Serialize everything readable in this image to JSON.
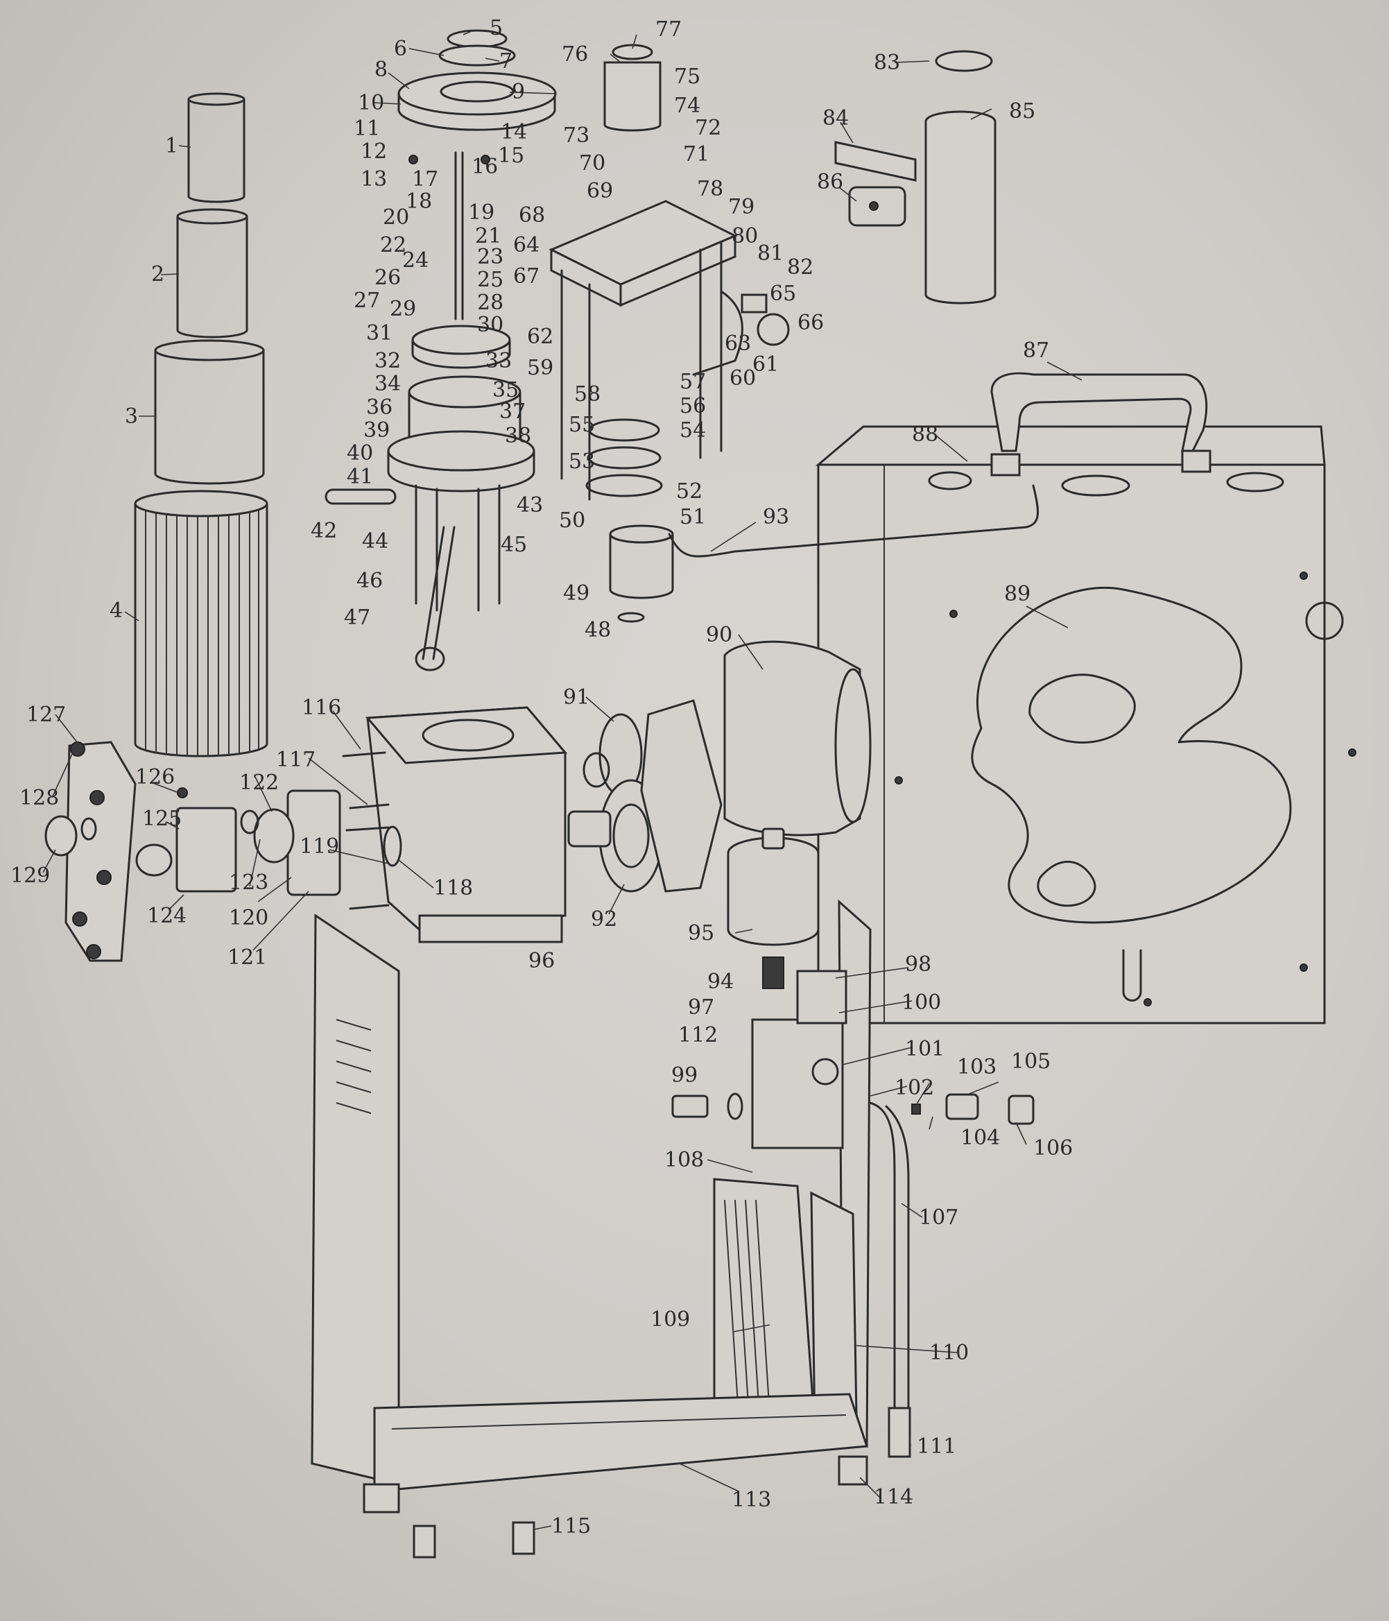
{
  "callouts": [
    {
      "id": "1",
      "text": "1"
    },
    {
      "id": "2",
      "text": "2"
    },
    {
      "id": "3",
      "text": "3"
    },
    {
      "id": "4",
      "text": "4"
    },
    {
      "id": "5",
      "text": "5"
    },
    {
      "id": "6",
      "text": "6"
    },
    {
      "id": "7",
      "text": "7"
    },
    {
      "id": "8",
      "text": "8"
    },
    {
      "id": "9",
      "text": "9"
    },
    {
      "id": "10",
      "text": "10"
    },
    {
      "id": "11",
      "text": "11"
    },
    {
      "id": "12",
      "text": "12"
    },
    {
      "id": "13",
      "text": "13"
    },
    {
      "id": "14",
      "text": "14"
    },
    {
      "id": "15",
      "text": "15"
    },
    {
      "id": "16",
      "text": "16"
    },
    {
      "id": "17",
      "text": "17"
    },
    {
      "id": "18",
      "text": "18"
    },
    {
      "id": "19",
      "text": "19"
    },
    {
      "id": "20",
      "text": "20"
    },
    {
      "id": "21",
      "text": "21"
    },
    {
      "id": "22",
      "text": "22"
    },
    {
      "id": "23",
      "text": "23"
    },
    {
      "id": "24",
      "text": "24"
    },
    {
      "id": "25",
      "text": "25"
    },
    {
      "id": "26",
      "text": "26"
    },
    {
      "id": "27",
      "text": "27"
    },
    {
      "id": "28",
      "text": "28"
    },
    {
      "id": "29",
      "text": "29"
    },
    {
      "id": "30",
      "text": "30"
    },
    {
      "id": "31",
      "text": "31"
    },
    {
      "id": "32",
      "text": "32"
    },
    {
      "id": "33",
      "text": "33"
    },
    {
      "id": "34",
      "text": "34"
    },
    {
      "id": "35",
      "text": "35"
    },
    {
      "id": "36",
      "text": "36"
    },
    {
      "id": "37",
      "text": "37"
    },
    {
      "id": "38",
      "text": "38"
    },
    {
      "id": "39",
      "text": "39"
    },
    {
      "id": "40",
      "text": "40"
    },
    {
      "id": "41",
      "text": "41"
    },
    {
      "id": "42",
      "text": "42"
    },
    {
      "id": "43",
      "text": "43"
    },
    {
      "id": "44",
      "text": "44"
    },
    {
      "id": "45",
      "text": "45"
    },
    {
      "id": "46",
      "text": "46"
    },
    {
      "id": "47",
      "text": "47"
    },
    {
      "id": "48",
      "text": "48"
    },
    {
      "id": "49",
      "text": "49"
    },
    {
      "id": "50",
      "text": "50"
    },
    {
      "id": "51",
      "text": "51"
    },
    {
      "id": "52",
      "text": "52"
    },
    {
      "id": "53",
      "text": "53"
    },
    {
      "id": "54",
      "text": "54"
    },
    {
      "id": "55",
      "text": "55"
    },
    {
      "id": "56",
      "text": "56"
    },
    {
      "id": "57",
      "text": "57"
    },
    {
      "id": "58",
      "text": "58"
    },
    {
      "id": "59",
      "text": "59"
    },
    {
      "id": "60",
      "text": "60"
    },
    {
      "id": "61",
      "text": "61"
    },
    {
      "id": "62",
      "text": "62"
    },
    {
      "id": "63",
      "text": "63"
    },
    {
      "id": "64",
      "text": "64"
    },
    {
      "id": "65",
      "text": "65"
    },
    {
      "id": "66",
      "text": "66"
    },
    {
      "id": "67",
      "text": "67"
    },
    {
      "id": "68",
      "text": "68"
    },
    {
      "id": "69",
      "text": "69"
    },
    {
      "id": "70",
      "text": "70"
    },
    {
      "id": "71",
      "text": "71"
    },
    {
      "id": "72",
      "text": "72"
    },
    {
      "id": "73",
      "text": "73"
    },
    {
      "id": "74",
      "text": "74"
    },
    {
      "id": "75",
      "text": "75"
    },
    {
      "id": "76",
      "text": "76"
    },
    {
      "id": "77",
      "text": "77"
    },
    {
      "id": "78",
      "text": "78"
    },
    {
      "id": "79",
      "text": "79"
    },
    {
      "id": "80",
      "text": "80"
    },
    {
      "id": "81",
      "text": "81"
    },
    {
      "id": "82",
      "text": "82"
    },
    {
      "id": "83",
      "text": "83"
    },
    {
      "id": "84",
      "text": "84"
    },
    {
      "id": "85",
      "text": "85"
    },
    {
      "id": "86",
      "text": "86"
    },
    {
      "id": "87",
      "text": "87"
    },
    {
      "id": "88",
      "text": "88"
    },
    {
      "id": "89",
      "text": "89"
    },
    {
      "id": "90",
      "text": "90"
    },
    {
      "id": "91",
      "text": "91"
    },
    {
      "id": "92",
      "text": "92"
    },
    {
      "id": "93",
      "text": "93"
    },
    {
      "id": "94",
      "text": "94"
    },
    {
      "id": "95",
      "text": "95"
    },
    {
      "id": "96",
      "text": "96"
    },
    {
      "id": "97",
      "text": "97"
    },
    {
      "id": "98",
      "text": "98"
    },
    {
      "id": "99",
      "text": "99"
    },
    {
      "id": "100",
      "text": "100"
    },
    {
      "id": "101",
      "text": "101"
    },
    {
      "id": "102",
      "text": "102"
    },
    {
      "id": "103",
      "text": "103"
    },
    {
      "id": "104",
      "text": "104"
    },
    {
      "id": "105",
      "text": "105"
    },
    {
      "id": "106",
      "text": "106"
    },
    {
      "id": "107",
      "text": "107"
    },
    {
      "id": "108",
      "text": "108"
    },
    {
      "id": "109",
      "text": "109"
    },
    {
      "id": "110",
      "text": "110"
    },
    {
      "id": "111",
      "text": "111"
    },
    {
      "id": "112",
      "text": "112"
    },
    {
      "id": "113",
      "text": "113"
    },
    {
      "id": "114",
      "text": "114"
    },
    {
      "id": "115",
      "text": "115"
    },
    {
      "id": "116",
      "text": "116"
    },
    {
      "id": "117",
      "text": "117"
    },
    {
      "id": "118",
      "text": "118"
    },
    {
      "id": "119",
      "text": "119"
    },
    {
      "id": "120",
      "text": "120"
    },
    {
      "id": "121",
      "text": "121"
    },
    {
      "id": "122",
      "text": "122"
    },
    {
      "id": "123",
      "text": "123"
    },
    {
      "id": "124",
      "text": "124"
    },
    {
      "id": "125",
      "text": "125"
    },
    {
      "id": "126",
      "text": "126"
    },
    {
      "id": "127",
      "text": "127"
    },
    {
      "id": "128",
      "text": "128"
    },
    {
      "id": "129",
      "text": "129"
    }
  ]
}
